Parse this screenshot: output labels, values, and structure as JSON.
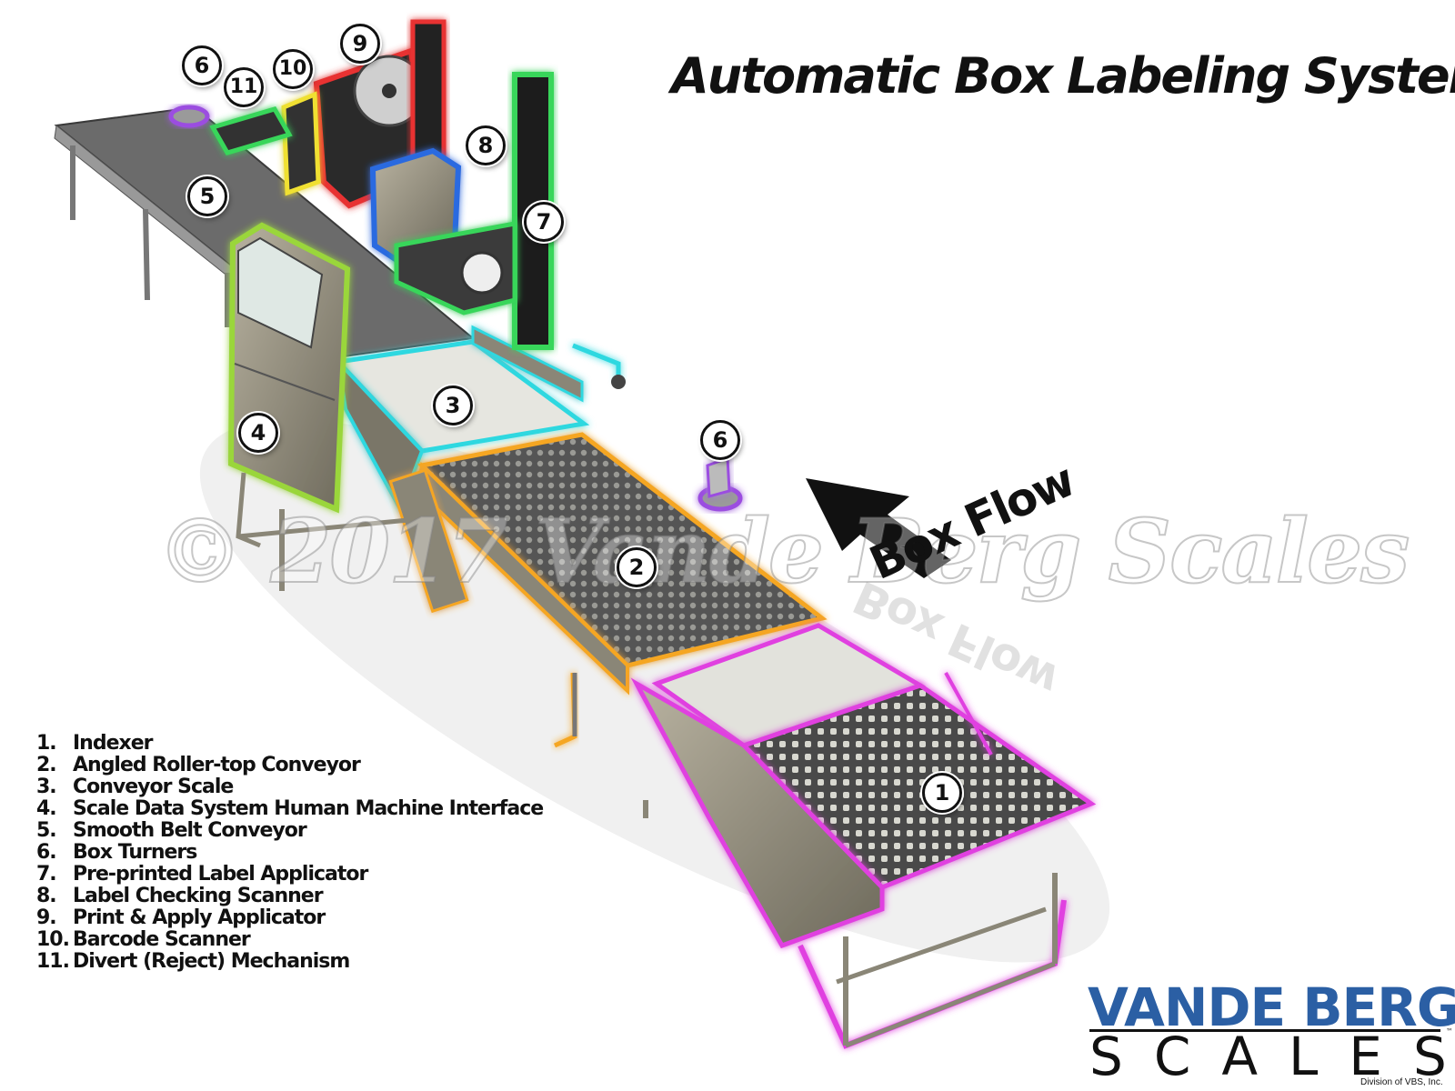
{
  "title": "Automatic Box Labeling System",
  "legend": [
    {
      "num": "1.",
      "label": "Indexer"
    },
    {
      "num": "2.",
      "label": "Angled Roller-top Conveyor"
    },
    {
      "num": "3.",
      "label": "Conveyor Scale"
    },
    {
      "num": "4.",
      "label": "Scale Data System Human Machine Interface"
    },
    {
      "num": "5.",
      "label": "Smooth Belt Conveyor"
    },
    {
      "num": "6.",
      "label": "Box Turners"
    },
    {
      "num": "7.",
      "label": "Pre-printed Label Applicator"
    },
    {
      "num": "8.",
      "label": "Label Checking Scanner"
    },
    {
      "num": "9.",
      "label": "Print & Apply Applicator"
    },
    {
      "num": "10.",
      "label": "Barcode Scanner"
    },
    {
      "num": "11.",
      "label": "Divert (Reject) Mechanism"
    }
  ],
  "callouts": [
    "1",
    "2",
    "3",
    "4",
    "5",
    "6",
    "6",
    "7",
    "8",
    "9",
    "10",
    "11"
  ],
  "flow_label": "Box Flow",
  "watermark": "© 2017 Vande Berg Scales",
  "logo": {
    "top": "VANDE BERG",
    "bottom": "SCALES",
    "tm": "™",
    "division": "Division of VBS, Inc."
  },
  "colors": {
    "indexer": "#e040e0",
    "roller_conveyor": "#f5a623",
    "scale": "#2ed8e0",
    "hmi": "#9ad63a",
    "box_turner": "#9b4de0",
    "pre_printed": "#39d65a",
    "scanner": "#2a6be0",
    "print_apply": "#e83030",
    "barcode": "#f0e030",
    "divert": "#39d65a",
    "logo_blue": "#2b5fa4"
  }
}
